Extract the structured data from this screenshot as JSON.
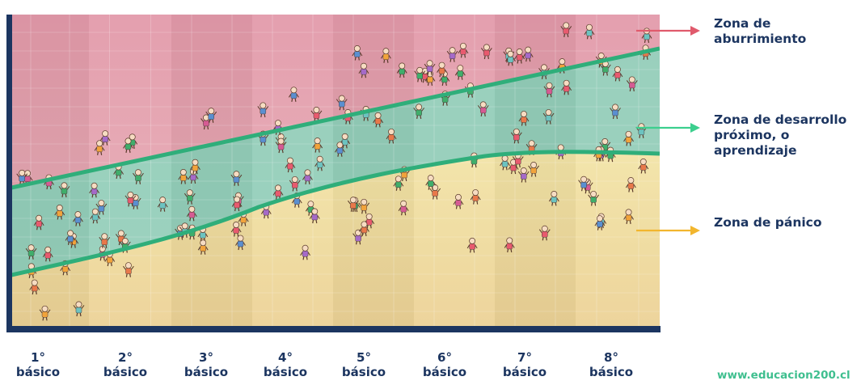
{
  "zones": [
    {
      "id": "boredom",
      "lines": [
        "Zona de",
        "aburrimiento"
      ],
      "color": "#e05a6c"
    },
    {
      "id": "development",
      "lines": [
        "Zona de desarrollo",
        "próximo, o",
        "aprendizaje"
      ],
      "color": "#3ccf8e"
    },
    {
      "id": "panic",
      "lines": [
        "Zona de pánico"
      ],
      "color": "#f2b62e"
    }
  ],
  "grades": [
    {
      "num": "1°",
      "word": "básico"
    },
    {
      "num": "2°",
      "word": "básico"
    },
    {
      "num": "3°",
      "word": "básico"
    },
    {
      "num": "4°",
      "word": "básico"
    },
    {
      "num": "5°",
      "word": "básico"
    },
    {
      "num": "6°",
      "word": "básico"
    },
    {
      "num": "7°",
      "word": "básico"
    },
    {
      "num": "8°",
      "word": "básico"
    }
  ],
  "website": "www.educacion200.cl",
  "colors": {
    "frame": "#1c3560",
    "boredom_fill": "#e3a1b1",
    "development_fill": "#8fd8bf",
    "development_line": "#2fae7a",
    "panic_fill": "#f0e0a0",
    "text": "#1c3560"
  },
  "icons": [
    "child-figure-icon",
    "arrow-icon"
  ]
}
